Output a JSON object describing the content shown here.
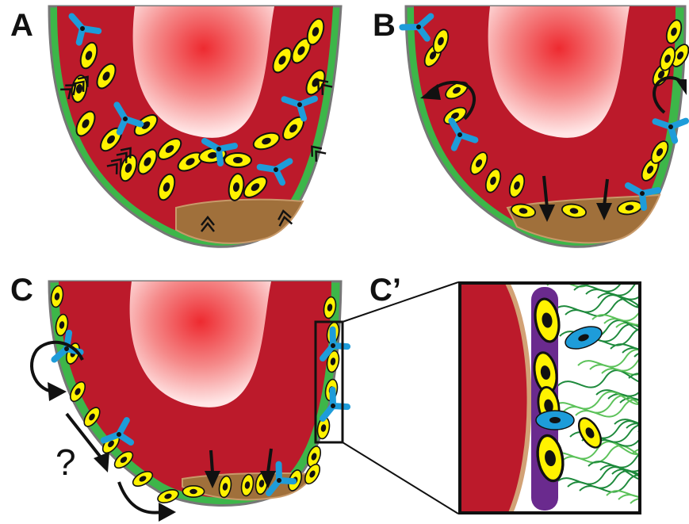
{
  "panels": [
    {
      "id": "A",
      "label": "A"
    },
    {
      "id": "B",
      "label": "B"
    },
    {
      "id": "C",
      "label": "C"
    },
    {
      "id": "C-prime",
      "label": "C’"
    }
  ],
  "annotations": {
    "question_mark": "?"
  },
  "colors": {
    "myocardium": "#BC1A2B",
    "chamber_center": "#F0343A",
    "chamber_edge": "#FFE2E2",
    "epicardium": "#3DB649",
    "epicardium_outline": "#777777",
    "base_tissue": "#A0703B",
    "cell_yellow": "#FFF200",
    "cell_blue": "#1E9CD9",
    "cell_purple": "#6A2A8E",
    "fiber_green": "#1E8A3C",
    "arrow": "#111111"
  },
  "icons": [
    "arrowhead-chevron-icon",
    "down-arrow-icon",
    "curved-arrow-icon",
    "zoom-box-icon"
  ]
}
